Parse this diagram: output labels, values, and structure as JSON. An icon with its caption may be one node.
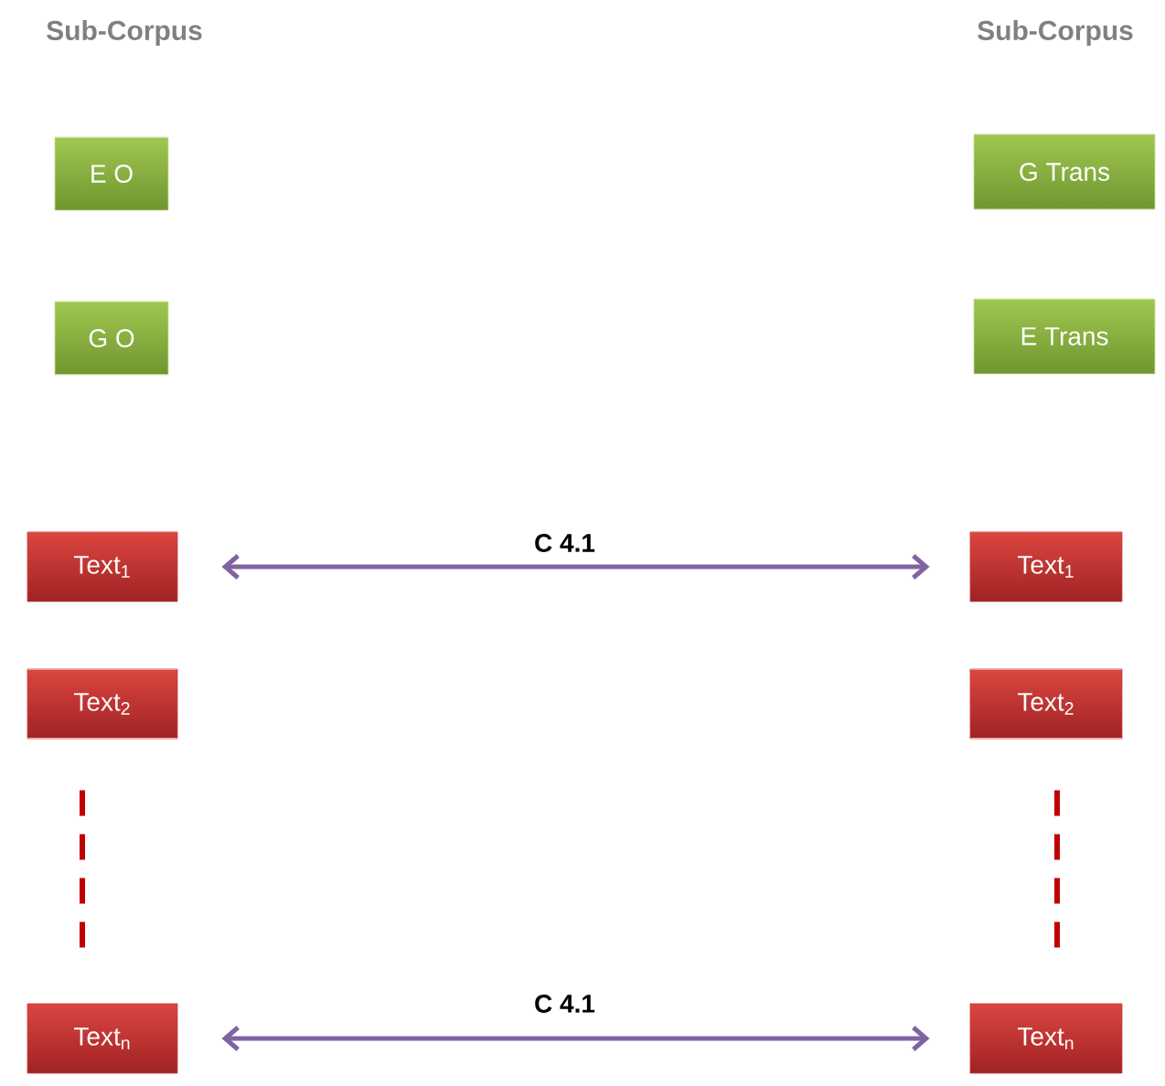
{
  "diagram": {
    "nodes": [
      {
        "text": [
          "E O"
        ]
      },
      {
        "text": [
          "G O"
        ]
      },
      {
        "text": [
          "G Trans"
        ]
      },
      {
        "text": [
          "E Trans"
        ]
      },
      {
        "text": [
          "Text$_{1}$"
        ]
      },
      {
        "text": [
          "Text$_{2}$"
        ]
      },
      {
        "text": [
          "Text$_{n}$"
        ]
      },
      {
        "text": [
          "Text$_{1}$"
        ]
      },
      {
        "text": [
          "Text$_{2}$"
        ]
      },
      {
        "text": [
          "Text$_{n}$"
        ]
      }
    ],
    "edges": [
      {
        "from": 4,
        "to": 7,
        "arrow": "both",
        "label": "C 4.1"
      },
      {
        "from": 6,
        "to": 9,
        "arrow": "both",
        "label": "C 4.1"
      },
      {
        "from": 5,
        "to": 6,
        "arrow": "none",
        "style": "dashed",
        "color": "#c00000"
      },
      {
        "from": 8,
        "to": 9,
        "arrow": "none",
        "style": "dashed",
        "color": "#c00000"
      }
    ],
    "labels": [
      "Sub-Corpus",
      "Sub-Corpus"
    ]
  }
}
